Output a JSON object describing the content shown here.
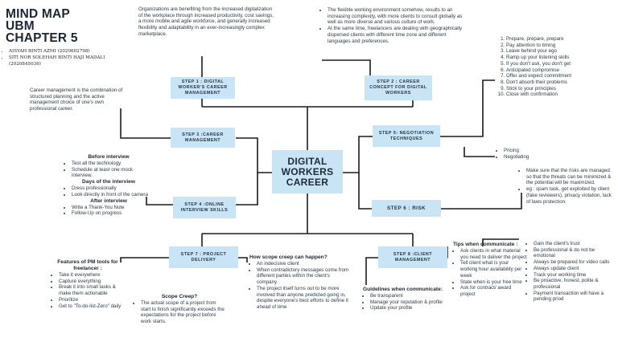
{
  "title": {
    "line1": "MIND MAP",
    "line2": "UBM",
    "line3": "CHAPTER 5"
  },
  "authors": [
    "AISYAH BINTI AZMI (2020602798)",
    "SITI NOR SOLEHAH BINTI HAJI MADALI",
    "(2020845036)"
  ],
  "center": "DIGITAL WORKERS CAREER",
  "steps": {
    "s1": "STEP 1 : DIGITAL WORKER'S CAREER MANAGEMENT",
    "s2": "STEP 2 : CAREER CONCEPT FOR DIGITAL WORKERS",
    "s3": "STEP 3 :CAREER MANAGEMENT",
    "s4": "STEP 4 :ONLINE INTERVIEW SKILLS",
    "s5": "STEP 5: NEGOTIATION TECHNIQUES",
    "s6": "STEP 6 : RISK",
    "s7": "STEP 7 : PROJECT DELIVERY",
    "s8": "STEP 8 :CLIENT MANAGEMENT"
  },
  "step1_text": "Organizations are benefiting from the increased digitalization of the workplace through increased productivity, cost savings, a more mobile and agile workforce, and generally increased flexibility and adaptability in an ever-increasingly complex marketplace.",
  "step2_items": [
    "The flexible working environment somehow, results to an increasing complexity, with more clients to consult globally as well as more diverse and various culture of work.",
    "At the same time, freelancers are dealing with geographically dispersed clients with different time zone and different languages and preferences."
  ],
  "step3_text": "Career management is the combination of structured planning and the active management choice of one's own professional career.",
  "step4": {
    "before_head": "Before interview",
    "before_items": [
      "Test all the technology",
      "Schedule at least one mock interview."
    ],
    "days_head": "Days of the interview",
    "days_items": [
      "Dress professionally",
      "Look directly in front of the camera"
    ],
    "after_head": "After interview",
    "after_items": [
      "Write a Thank-You Note",
      "Follow-Up on progress"
    ]
  },
  "step5_list": [
    "Prepare, prepare, prepare",
    "Pay attention to timing",
    "Leave behind your ego",
    "Ramp up your listening skills",
    "If you don't ask, you don't get",
    "Anticipated compromise",
    "Offer and expect commitment",
    "Don't absorb their problems",
    "Stick to your principles",
    "Close with confirmation"
  ],
  "step5_bullets": [
    "Pricing",
    "Negotiating"
  ],
  "step6_items": [
    "Make sure that the risks are managed so that the threats can be minimized & the potential will be maximized.",
    "eg : spam task, get exploited by client (fake reviewers), privacy violation, lack of laws protection."
  ],
  "step7": {
    "features_head": "Features of PM tools for freelancer :",
    "features_items": [
      "Take it everywhere",
      "Capture everything",
      "Break it into small tasks & make them actionable",
      "Prioritize",
      "Get to \"To-do-list-Zero\" daily"
    ],
    "scope_head": "Scope Creep?",
    "scope_items": [
      "The actual scope of a project from start to finish significantly exceeds the expectations for the project before work starts."
    ],
    "how_head": "How scope creep can happen?",
    "how_items": [
      "An indecisive client",
      "When contradictory messages come from different parties within the client's company",
      "The project itself turns out to be more involved than anyone predicted going in, despite everyone's best efforts to define it ahead of time"
    ]
  },
  "step8": {
    "guidelines_head": "Guidelines when communicate:",
    "guidelines_items": [
      "Be transparent",
      "Manage your reputation & profile",
      "Update your profile"
    ],
    "tips_head": "Tips when communicate :",
    "tips_items": [
      "Ask clients in what material you need to deliver the project",
      "Tell client what is your working hour availability per week",
      "State when is your free time",
      "Ask for contract/ award project"
    ],
    "right_items": [
      "Gain the client's trust",
      "Be professional & do not be emotional",
      "Always be prepared for video calls",
      "Always update client",
      "Track your working time",
      "Be proactive, honest, polite & professional",
      "Payment transaction will have a pending priod"
    ]
  }
}
